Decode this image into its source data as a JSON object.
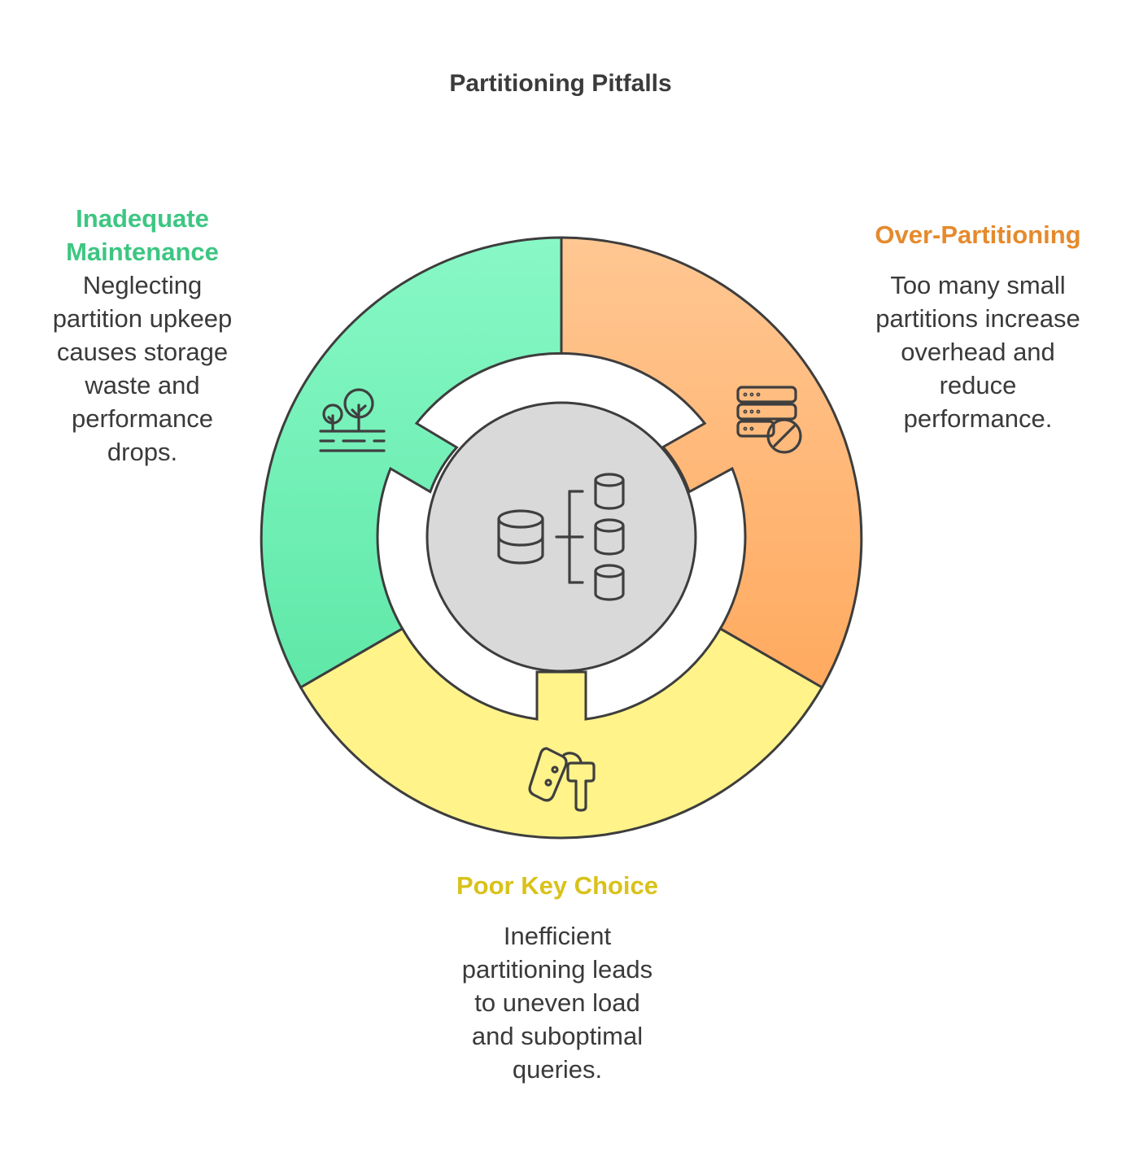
{
  "title": "Partitioning Pitfalls",
  "colors": {
    "green_text": "#3dc682",
    "orange_text": "#e58a2c",
    "yellow_text": "#d9c21a",
    "green_fill": "#7ff5c0",
    "orange_fill": "#ffbd88",
    "yellow_fill": "#fff48a",
    "center_fill": "#d9d9d9",
    "outline": "#3d3d3d"
  },
  "segments": [
    {
      "id": "inadequate-maintenance",
      "heading_lines": [
        "Inadequate",
        "Maintenance"
      ],
      "description_lines": [
        "Neglecting",
        "partition upkeep",
        "causes storage",
        "waste and",
        "performance",
        "drops."
      ],
      "icon": "trees-icon"
    },
    {
      "id": "over-partitioning",
      "heading_lines": [
        "Over-Partitioning"
      ],
      "description_lines": [
        "Too many small",
        "partitions increase",
        "overhead and",
        "reduce",
        "performance."
      ],
      "icon": "server-blocked-icon"
    },
    {
      "id": "poor-key-choice",
      "heading_lines": [
        "Poor Key Choice"
      ],
      "description_lines": [
        "Inefficient",
        "partitioning leads",
        "to uneven load",
        "and suboptimal",
        "queries."
      ],
      "icon": "car-key-icon"
    }
  ],
  "center_icon": "database-partition-icon"
}
